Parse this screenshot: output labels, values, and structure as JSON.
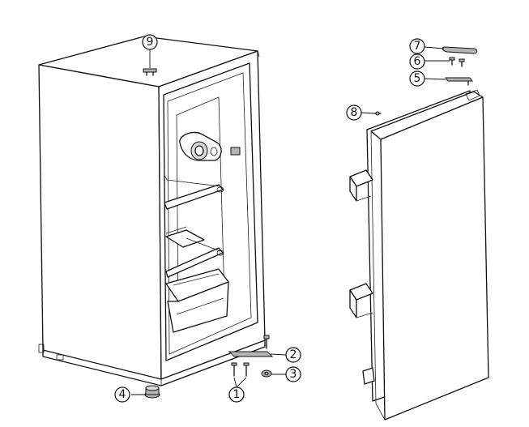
{
  "diagram": {
    "parts": [
      {
        "number": "1",
        "part": "screws"
      },
      {
        "number": "2",
        "part": "lower-hinge"
      },
      {
        "number": "3",
        "part": "hinge-nut"
      },
      {
        "number": "4",
        "part": "adjustable-foot"
      },
      {
        "number": "5",
        "part": "upper-hinge"
      },
      {
        "number": "6",
        "part": "upper-hinge-screws"
      },
      {
        "number": "7",
        "part": "hinge-cover"
      },
      {
        "number": "8",
        "part": "door-pin"
      },
      {
        "number": "9",
        "part": "top-hole-cover"
      }
    ]
  }
}
